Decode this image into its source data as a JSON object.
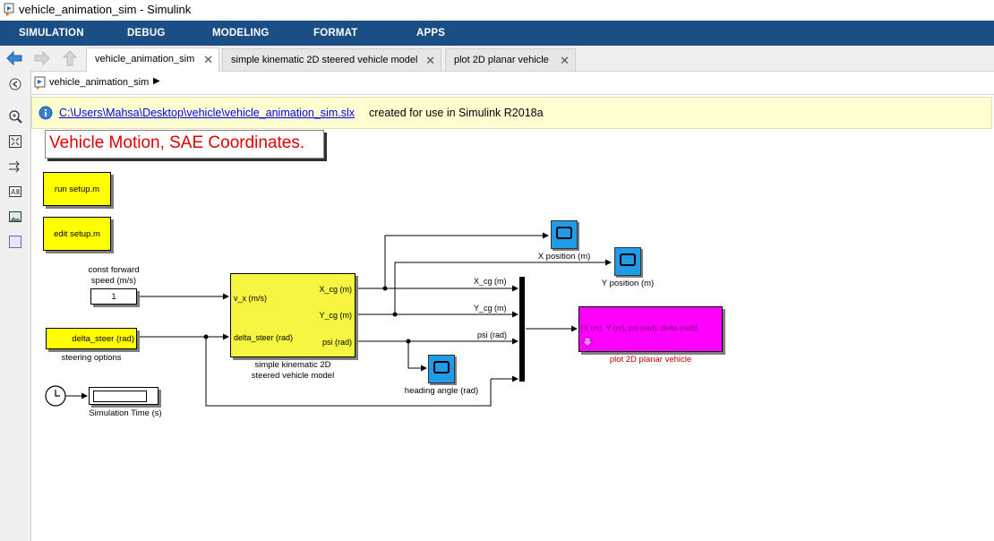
{
  "window": {
    "title": "vehicle_animation_sim - Simulink"
  },
  "ribbon": {
    "tabs": [
      "SIMULATION",
      "DEBUG",
      "MODELING",
      "FORMAT",
      "APPS"
    ]
  },
  "doc_tabs": [
    {
      "label": "vehicle_animation_sim"
    },
    {
      "label": "simple kinematic 2D steered vehicle model"
    },
    {
      "label": "plot 2D planar vehicle"
    }
  ],
  "breadcrumb": {
    "label": "vehicle_animation_sim"
  },
  "notification": {
    "link": "C:\\Users\\Mahsa\\Desktop\\vehicle\\vehicle_animation_sim.slx",
    "text": "created for use in Simulink R2018a"
  },
  "diagram": {
    "annotation": "Vehicle Motion, SAE Coordinates.",
    "run_setup": "run setup.m",
    "edit_setup": "edit setup.m",
    "const_label_line1": "const forward",
    "const_label_line2": "speed (m/s)",
    "const_value": "1",
    "delta_block_text": "delta_steer (rad)",
    "steering_label": "steering options",
    "sim_time_label": "Simulation Time (s)",
    "subsystem": {
      "in1": "v_x (m/s)",
      "in2": "delta_steer (rad)",
      "out1": "X_cg (m)",
      "out2": "Y_cg (m)",
      "out3": "psi (rad)",
      "name_line1": "simple kinematic 2D",
      "name_line2": "steered vehicle model"
    },
    "signal_xcg": "X_cg (m)",
    "signal_ycg": "Y_cg (m)",
    "signal_psi": "psi (rad)",
    "scope_x": "X position (m)",
    "scope_y": "Y position (m)",
    "scope_heading": "heading angle (rad)",
    "plot_block_port": "[X (m), Y (m), psi (rad), delta (rad)]",
    "plot_block_name": "plot 2D planar vehicle"
  },
  "colors": {
    "ribbon": "#1b4e85",
    "block_yellow": "#ffff00",
    "subsystem_yellow": "#f5f542",
    "scope_blue": "#1f9be8",
    "plot_magenta": "#ff00ff",
    "annotation_red": "#e00000",
    "notification_bg": "#ffffd2"
  }
}
